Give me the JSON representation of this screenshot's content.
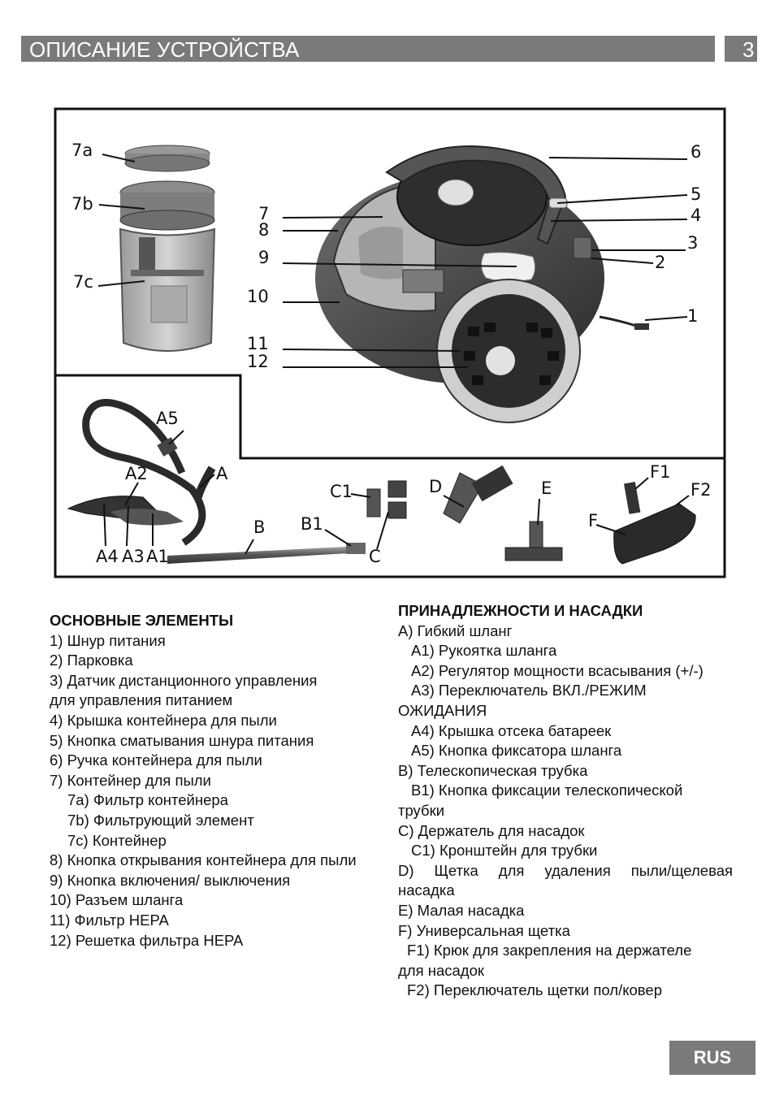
{
  "header": {
    "title": "ОПИСАНИЕ УСТРОЙСТВА",
    "page_number": "3"
  },
  "figure_labels": {
    "7a": "7a",
    "7b": "7b",
    "7c": "7c",
    "n1": "1",
    "n2": "2",
    "n3": "3",
    "n4": "4",
    "n5": "5",
    "n6": "6",
    "n7": "7",
    "n8": "8",
    "n9": "9",
    "n10": "10",
    "n11": "11",
    "n12": "12",
    "A": "A",
    "A1": "A1",
    "A2": "A2",
    "A3": "A3",
    "A4": "A4",
    "A5": "A5",
    "B": "B",
    "B1": "B1",
    "C": "C",
    "C1": "C1",
    "D": "D",
    "E": "E",
    "F": "F",
    "F1": "F1",
    "F2": "F2"
  },
  "main_elements": {
    "heading": "ОСНОВНЫЕ ЭЛЕМЕНТЫ",
    "items": [
      "1) Шнур питания",
      "2) Парковка",
      "3) Датчик дистанционного управления",
      "для управления питанием",
      "4) Крышка контейнера для пыли",
      "5) Кнопка сматывания шнура питания",
      "6) Ручка контейнера для пыли",
      "7) Контейнер для пыли",
      "7a) Фильтр контейнера",
      "7b) Фильтрующий элемент",
      "7c) Контейнер",
      "8) Кнопка открывания контейнера для пыли",
      "9) Кнопка включения/ выключения",
      "10) Разъем шланга",
      "11) Фильтр HEPA",
      "12) Решетка фильтра HEPA"
    ]
  },
  "accessories": {
    "heading": "ПРИНАДЛЕЖНОСТИ И НАСАДКИ",
    "items": [
      "A) Гибкий шланг",
      "A1) Рукоятка шланга",
      "A2) Регулятор мощности всасывания (+/-)",
      "A3) Переключатель ВКЛ./РЕЖИМ",
      "ОЖИДАНИЯ",
      "A4) Крышка отсека батареек",
      "A5) Кнопка фиксатора шланга",
      "B) Телескопическая трубка",
      "B1) Кнопка фиксации телескопической",
      "трубки",
      "C) Держатель для насадок",
      "C1) Кронштейн для трубки",
      "D) Щетка для удаления пыли/щелевая",
      "насадка",
      "E) Малая насадка",
      "F) Универсальная щетка",
      "F1) Крюк для закрепления на держателе",
      "для насадок",
      "F2) Переключатель щетки пол/ковер"
    ]
  },
  "footer": {
    "language_badge": "RUS"
  }
}
